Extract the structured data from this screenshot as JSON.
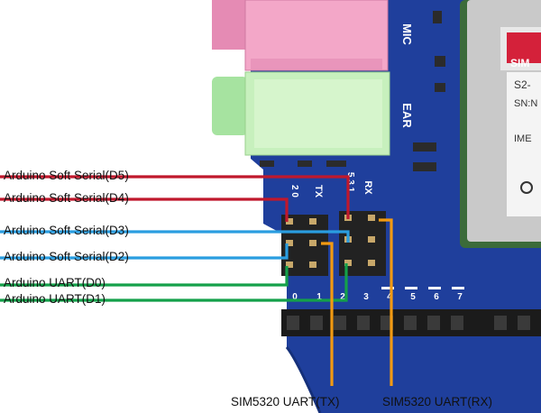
{
  "board": {
    "jack_labels": {
      "mic": "MIC",
      "ear": "EAR"
    },
    "header_labels": {
      "tx": "TX",
      "rx": "RX",
      "tx_pins": "2 0",
      "rx_pins": "5 3 1"
    },
    "pin_numbers": [
      "0",
      "1",
      "2",
      "3",
      "4",
      "5",
      "6",
      "7"
    ],
    "module_text": [
      "SIM",
      "S2-",
      "SN:N",
      "IME"
    ]
  },
  "connections": [
    {
      "label": "Arduino Soft Serial(D5)",
      "color": "#c0182c"
    },
    {
      "label": "Arduino Soft Serial(D4)",
      "color": "#c0182c"
    },
    {
      "label": "Arduino Soft Serial(D3)",
      "color": "#2a9de0"
    },
    {
      "label": "Arduino Soft Serial(D2)",
      "color": "#2a9de0"
    },
    {
      "label": "Arduino  UART(D0)",
      "color": "#14a04a"
    },
    {
      "label": "Arduino  UART(D1)",
      "color": "#14a04a"
    }
  ],
  "sim_lines": [
    {
      "label": "SIM5320 UART(TX)",
      "color": "#f29a12"
    },
    {
      "label": "SIM5320 UART(RX)",
      "color": "#f29a12"
    }
  ]
}
